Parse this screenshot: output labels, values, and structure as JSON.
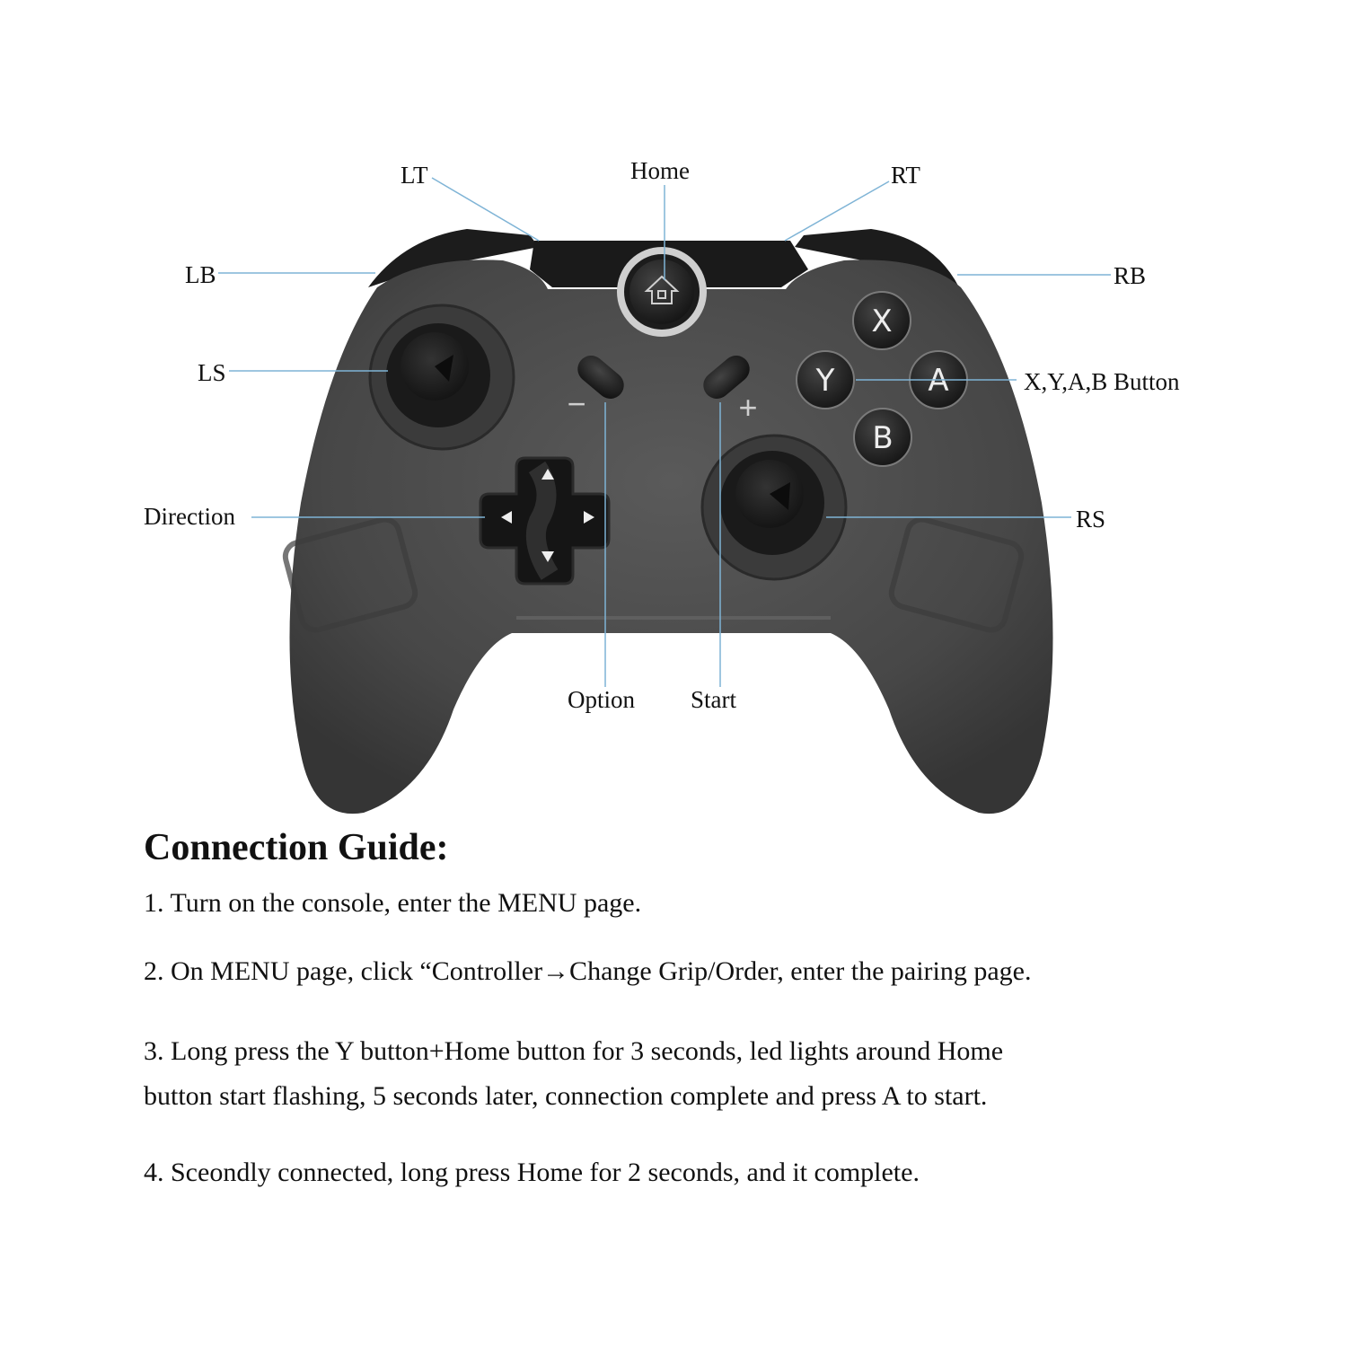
{
  "diagram": {
    "colors": {
      "leader_line": "#7fb4d6",
      "body": "#4a4a4a",
      "body_dark": "#2e2e2e",
      "button": "#1e1e1e",
      "button_text": "#e8e8e8",
      "home_ring": "#c8c8c8"
    },
    "labels": {
      "lt": "LT",
      "home": "Home",
      "rt": "RT",
      "lb": "LB",
      "rb": "RB",
      "ls": "LS",
      "xyab": "X,Y,A,B Button",
      "direction": "Direction",
      "rs": "RS",
      "option": "Option",
      "start": "Start"
    },
    "face_buttons": {
      "x": "X",
      "y": "Y",
      "a": "A",
      "b": "B"
    },
    "minus_symbol": "−",
    "plus_symbol": "+"
  },
  "guide": {
    "title": "Connection Guide:",
    "steps": [
      "1. Turn on the console, enter the MENU page.",
      "2. On MENU page, click “Controller→Change Grip/Order, enter the pairing page.",
      "3. Long press the Y button+Home button for 3 seconds, led lights around Home",
      "button start flashing, 5 seconds later, connection complete and press A to start.",
      "4. Sceondly connected, long press Home for 2 seconds, and it complete."
    ]
  }
}
